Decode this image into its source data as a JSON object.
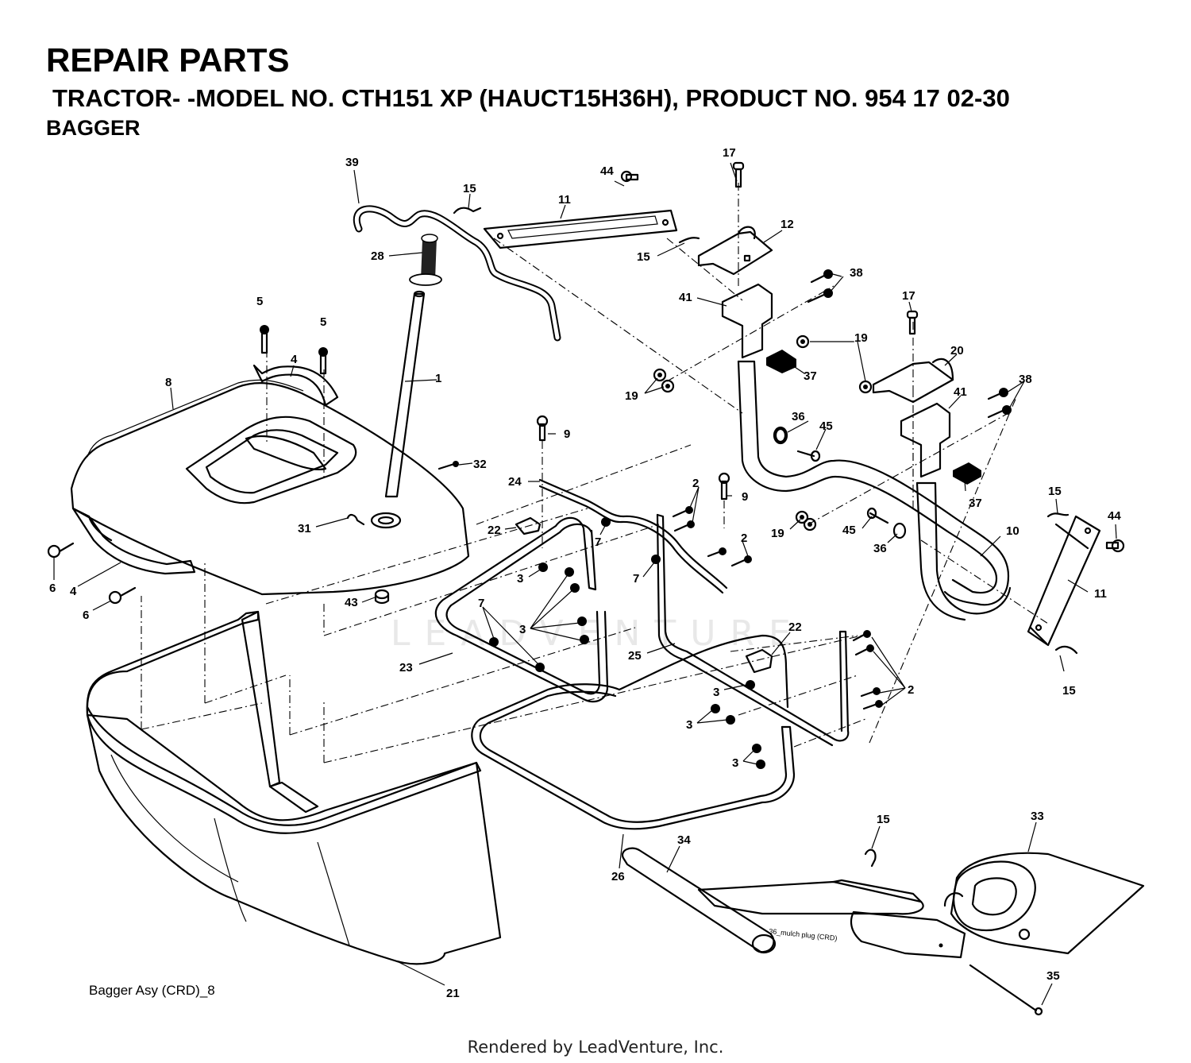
{
  "header": {
    "title": "REPAIR PARTS",
    "subtitle": "TRACTOR- -MODEL NO. CTH151 XP (HAUCT15H36H), PRODUCT NO. 954 17 02-30",
    "section": "BAGGER"
  },
  "reference_label": "Bagger Asy (CRD)_8",
  "credit": "Rendered by LeadVenture, Inc.",
  "watermark": "LEADVENTURE",
  "mulch_plug_label": "36_mulch plug (CRD)",
  "callouts": [
    {
      "id": "c39",
      "label": "39"
    },
    {
      "id": "c15a",
      "label": "15"
    },
    {
      "id": "c44a",
      "label": "44"
    },
    {
      "id": "c11a",
      "label": "11"
    },
    {
      "id": "c17a",
      "label": "17"
    },
    {
      "id": "c12",
      "label": "12"
    },
    {
      "id": "c28",
      "label": "28"
    },
    {
      "id": "c15b",
      "label": "15"
    },
    {
      "id": "c38a",
      "label": "38"
    },
    {
      "id": "c41a",
      "label": "41"
    },
    {
      "id": "c5a",
      "label": "5"
    },
    {
      "id": "c5b",
      "label": "5"
    },
    {
      "id": "c17b",
      "label": "17"
    },
    {
      "id": "c19a",
      "label": "19"
    },
    {
      "id": "c4a",
      "label": "4"
    },
    {
      "id": "c1",
      "label": "1"
    },
    {
      "id": "c8",
      "label": "8"
    },
    {
      "id": "c20",
      "label": "20"
    },
    {
      "id": "c37a",
      "label": "37"
    },
    {
      "id": "c19b",
      "label": "19"
    },
    {
      "id": "c38b",
      "label": "38"
    },
    {
      "id": "c41b",
      "label": "41"
    },
    {
      "id": "c36a",
      "label": "36"
    },
    {
      "id": "c45a",
      "label": "45"
    },
    {
      "id": "c9a",
      "label": "9"
    },
    {
      "id": "c32",
      "label": "32"
    },
    {
      "id": "c24",
      "label": "24"
    },
    {
      "id": "c2a",
      "label": "2"
    },
    {
      "id": "c9b",
      "label": "9"
    },
    {
      "id": "c37b",
      "label": "37"
    },
    {
      "id": "c15c",
      "label": "15"
    },
    {
      "id": "c44b",
      "label": "44"
    },
    {
      "id": "c22a",
      "label": "22"
    },
    {
      "id": "c31",
      "label": "31"
    },
    {
      "id": "c19c",
      "label": "19"
    },
    {
      "id": "c45b",
      "label": "45"
    },
    {
      "id": "c10",
      "label": "10"
    },
    {
      "id": "c7a",
      "label": "7"
    },
    {
      "id": "c2b",
      "label": "2"
    },
    {
      "id": "c36b",
      "label": "36"
    },
    {
      "id": "c6a",
      "label": "6"
    },
    {
      "id": "c4b",
      "label": "4"
    },
    {
      "id": "c3a",
      "label": "3"
    },
    {
      "id": "c7b",
      "label": "7"
    },
    {
      "id": "c11b",
      "label": "11"
    },
    {
      "id": "c6b",
      "label": "6"
    },
    {
      "id": "c43",
      "label": "43"
    },
    {
      "id": "c7c",
      "label": "7"
    },
    {
      "id": "c3b",
      "label": "3"
    },
    {
      "id": "c22b",
      "label": "22"
    },
    {
      "id": "c23",
      "label": "23"
    },
    {
      "id": "c25",
      "label": "25"
    },
    {
      "id": "c2c",
      "label": "2"
    },
    {
      "id": "c15d",
      "label": "15"
    },
    {
      "id": "c3c",
      "label": "3"
    },
    {
      "id": "c3d",
      "label": "3"
    },
    {
      "id": "c3e",
      "label": "3"
    },
    {
      "id": "c15e",
      "label": "15"
    },
    {
      "id": "c33",
      "label": "33"
    },
    {
      "id": "c34",
      "label": "34"
    },
    {
      "id": "c26",
      "label": "26"
    },
    {
      "id": "c35",
      "label": "35"
    },
    {
      "id": "c21",
      "label": "21"
    }
  ]
}
